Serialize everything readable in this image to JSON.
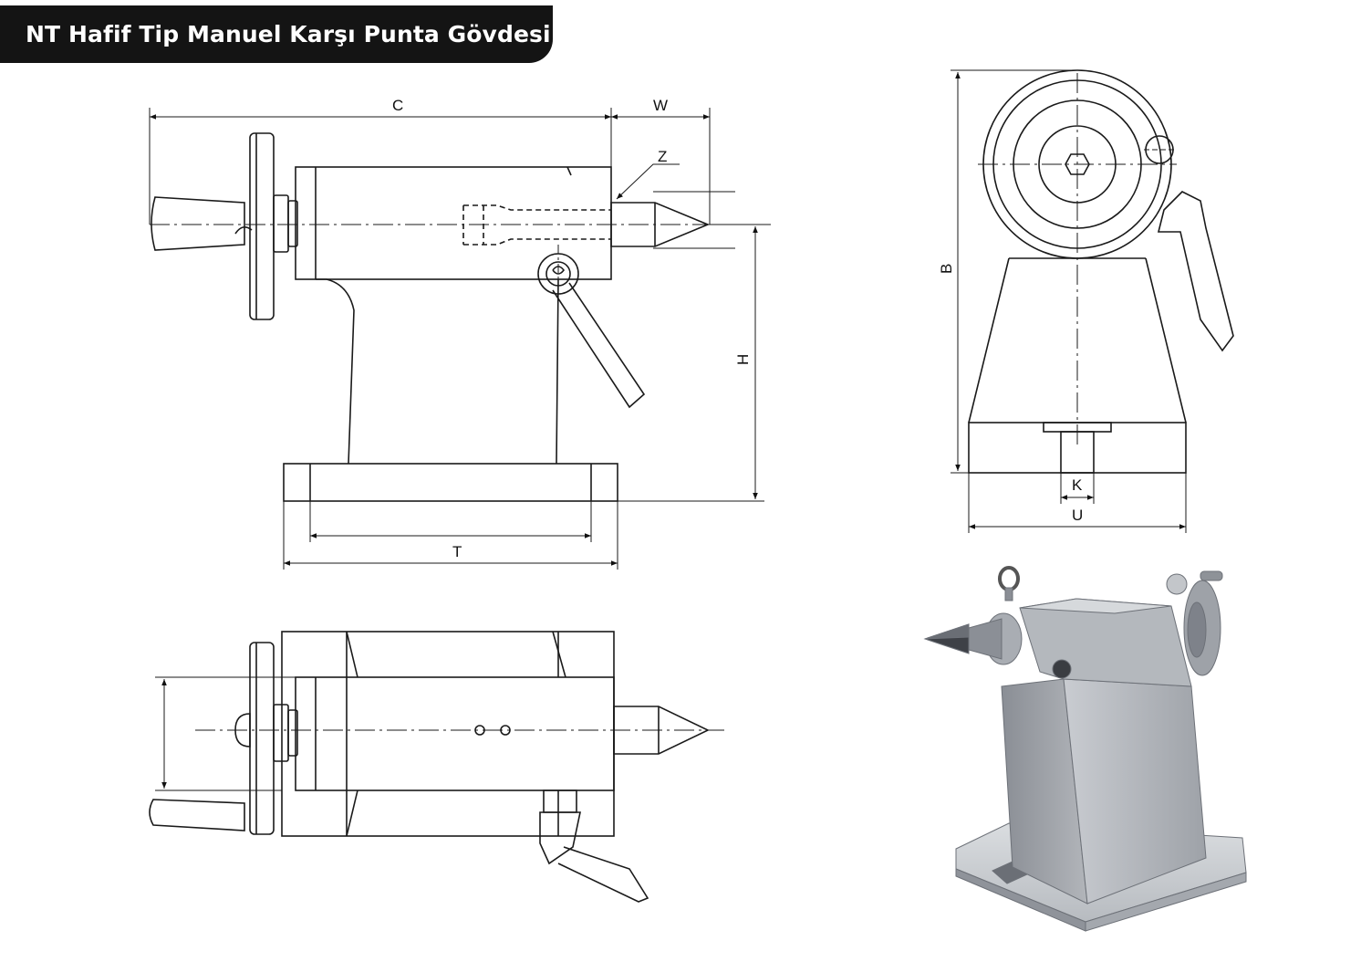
{
  "title": "NT Hafif Tip Manuel Karşı Punta Gövdesi",
  "dimension_labels": {
    "C": "C",
    "W": "W",
    "Z": "Z",
    "H": "H",
    "T": "T",
    "B": "B",
    "K": "K",
    "U": "U"
  },
  "colors": {
    "title_background": "#141414",
    "title_text": "#ffffff",
    "line": "#1a1a1a",
    "body_metal": "#b9bcc1"
  }
}
